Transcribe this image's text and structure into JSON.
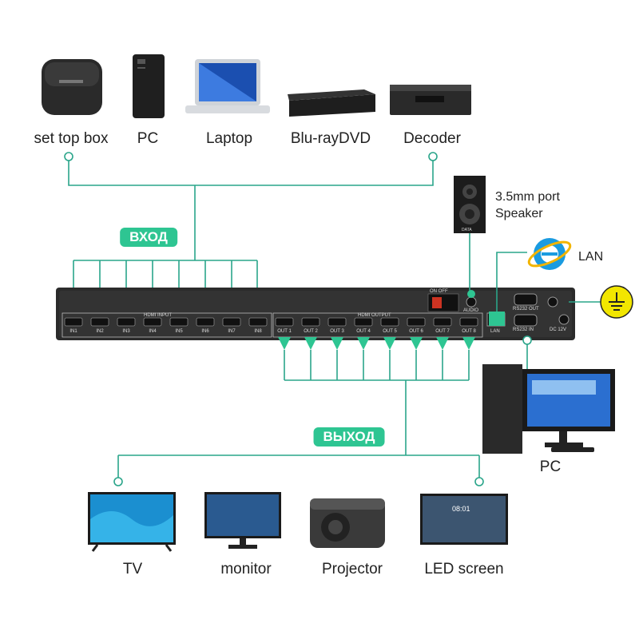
{
  "sources": [
    {
      "label": "set top box",
      "icon": "set-top-box-icon"
    },
    {
      "label": "PC",
      "icon": "pc-tower-icon"
    },
    {
      "label": "Laptop",
      "icon": "laptop-icon"
    },
    {
      "label": "Blu-rayDVD",
      "icon": "bluray-player-icon"
    },
    {
      "label": "Decoder",
      "icon": "decoder-icon"
    }
  ],
  "input_badge": "ВХОД",
  "output_badge": "ВЫХОД",
  "speaker": {
    "line1": "3.5mm port",
    "line2": "Speaker",
    "icon": "speaker-icon",
    "panel_text": "DATA"
  },
  "lan": {
    "label": "LAN",
    "icon": "internet-explorer-icon"
  },
  "ground_icon": "ground-icon",
  "control_pc": {
    "label": "PC",
    "icon": "desktop-pc-icon"
  },
  "displays": [
    {
      "label": "TV",
      "icon": "tv-icon"
    },
    {
      "label": "monitor",
      "icon": "monitor-icon"
    },
    {
      "label": "Projector",
      "icon": "projector-icon"
    },
    {
      "label": "LED screen",
      "icon": "led-screen-icon",
      "screen_time": "08:01"
    }
  ],
  "matrix": {
    "input_group_label": "HDMI INPUT",
    "output_group_label": "HDMI OUTPUT",
    "inputs": [
      "IN1",
      "IN2",
      "IN3",
      "IN4",
      "IN5",
      "IN6",
      "IN7",
      "IN8"
    ],
    "outputs": [
      "OUT 1",
      "OUT 2",
      "OUT 3",
      "OUT 4",
      "OUT 5",
      "OUT 6",
      "OUT 7",
      "OUT 8"
    ],
    "switch_label": "ON  OFF",
    "audio_label": "AUDIO",
    "lan_label": "LAN",
    "rs232_out": "RS232 OUT",
    "rs232_in": "RS232 IN",
    "dc_label": "DC 12V"
  },
  "colors": {
    "accent": "#2ec592",
    "line": "#2aa58a",
    "device": "#2b2b2b",
    "ground": "#f2e600"
  }
}
